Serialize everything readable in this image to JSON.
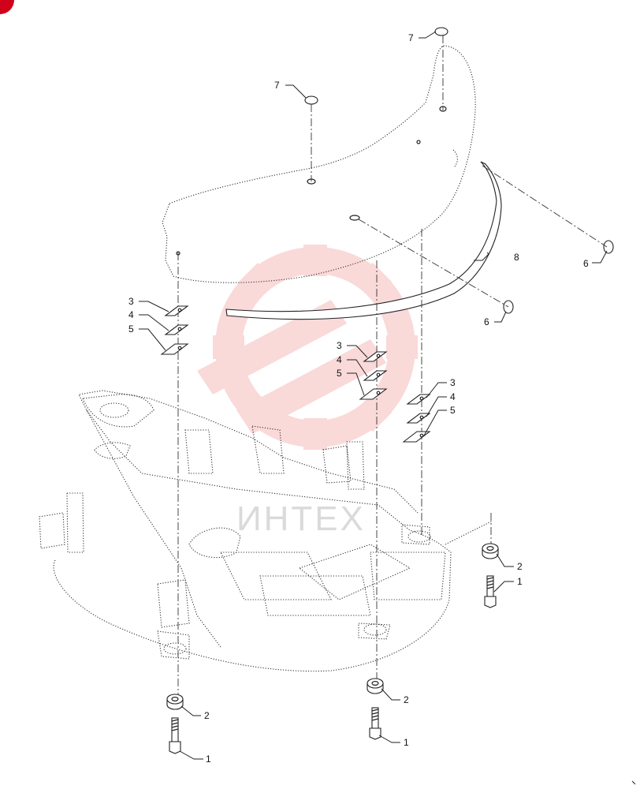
{
  "diagram": {
    "watermark_text": "ИНТЕХ",
    "colors": {
      "accent": "#d0021b",
      "watermark": "#f08a8a",
      "line": "#222222"
    },
    "callouts": [
      {
        "id": "callout-7a",
        "number": "7"
      },
      {
        "id": "callout-7b",
        "number": "7"
      },
      {
        "id": "callout-8",
        "number": "8"
      },
      {
        "id": "callout-6a",
        "number": "6"
      },
      {
        "id": "callout-6b",
        "number": "6"
      },
      {
        "id": "callout-3a",
        "number": "3"
      },
      {
        "id": "callout-4a",
        "number": "4"
      },
      {
        "id": "callout-5a",
        "number": "5"
      },
      {
        "id": "callout-3b",
        "number": "3"
      },
      {
        "id": "callout-4b",
        "number": "4"
      },
      {
        "id": "callout-5b",
        "number": "5"
      },
      {
        "id": "callout-3c",
        "number": "3"
      },
      {
        "id": "callout-4c",
        "number": "4"
      },
      {
        "id": "callout-5c",
        "number": "5"
      },
      {
        "id": "callout-2a",
        "number": "2"
      },
      {
        "id": "callout-1a",
        "number": "1"
      },
      {
        "id": "callout-2b",
        "number": "2"
      },
      {
        "id": "callout-1b",
        "number": "1"
      },
      {
        "id": "callout-2c",
        "number": "2"
      },
      {
        "id": "callout-1c",
        "number": "1"
      }
    ]
  }
}
